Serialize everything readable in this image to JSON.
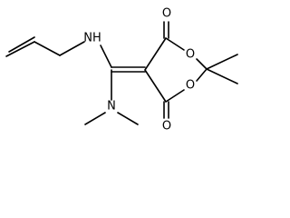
{
  "molecule": {
    "atoms": {
      "nh": "NH",
      "n_dimethyl": "N",
      "o_carbonyl_top": "O",
      "o_ring_top": "O",
      "o_ring_bottom": "O",
      "o_carbonyl_bottom": "O"
    }
  }
}
